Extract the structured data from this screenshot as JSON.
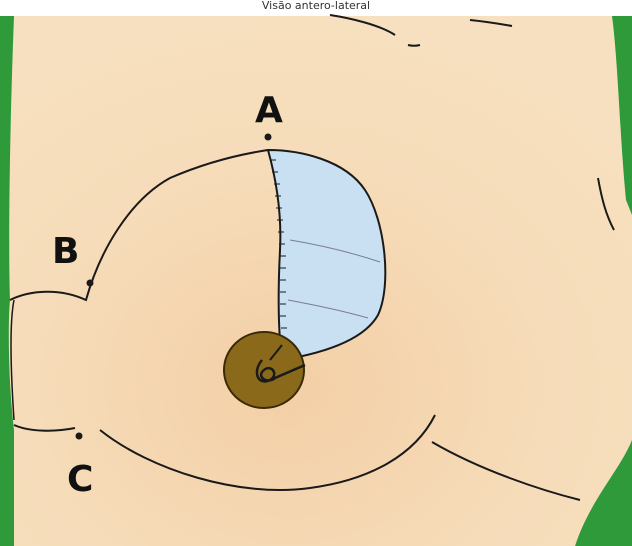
{
  "caption": "Visão antero-lateral",
  "points": {
    "a": "A",
    "b": "B",
    "c": "C"
  },
  "colors": {
    "skin": "#f6dcb9",
    "skin_shadow": "#efc7a0",
    "background": "#2e9a3a",
    "marked_area": "#c8e0f2",
    "areola": "#8a6a1a",
    "outline": "#1a1a1a"
  }
}
